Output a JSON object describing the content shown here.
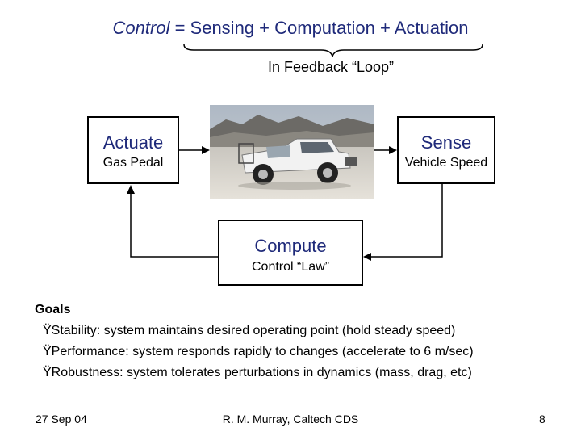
{
  "title": {
    "control_word": "Control",
    "rest": " = Sensing + Computation + Actuation"
  },
  "subtitle": "In Feedback “Loop”",
  "blocks": {
    "actuate": {
      "label": "Actuate",
      "sub": "Gas Pedal"
    },
    "sense": {
      "label": "Sense",
      "sub": "Vehicle Speed"
    },
    "compute": {
      "label": "Compute",
      "sub": "Control “Law”"
    }
  },
  "photo": {
    "subject": "white off-road truck in desert"
  },
  "goals": {
    "heading": "Goals",
    "items": [
      "ŸStability: system maintains desired operating point (hold steady speed)",
      "ŸPerformance: system responds rapidly to changes (accelerate to 6  m/sec)",
      "ŸRobustness: system tolerates perturbations in dynamics (mass, drag, etc)"
    ]
  },
  "footer": {
    "date": "27 Sep 04",
    "author": "R. M. Murray, Caltech CDS",
    "page": "8"
  },
  "colors": {
    "title": "#1f2a7a",
    "lines": "#000000"
  }
}
